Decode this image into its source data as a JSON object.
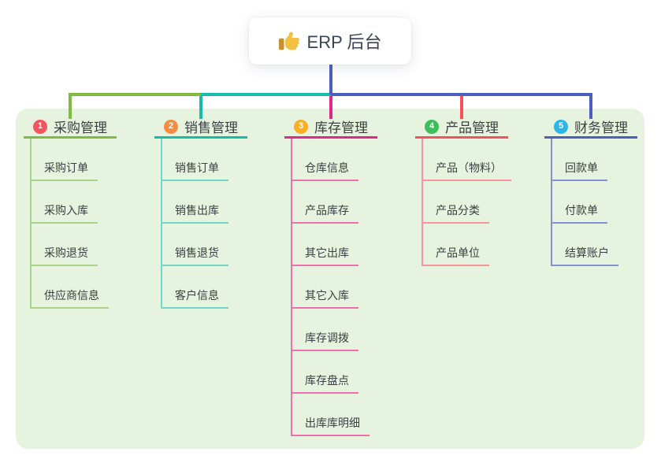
{
  "root": {
    "icon": "thumbs-up-icon",
    "label": "ERP 后台"
  },
  "branches": [
    {
      "index": "1",
      "label": "采购管理",
      "badge_color": "#F4545D",
      "line_color": "#7FBA41",
      "child_line_color": "#A9D488",
      "children": [
        "采购订单",
        "采购入库",
        "采购退货",
        "供应商信息"
      ]
    },
    {
      "index": "2",
      "label": "销售管理",
      "badge_color": "#F78B42",
      "line_color": "#13BDA9",
      "child_line_color": "#72D5C7",
      "children": [
        "销售订单",
        "销售出库",
        "销售退货",
        "客户信息"
      ]
    },
    {
      "index": "3",
      "label": "库存管理",
      "badge_color": "#F8AF25",
      "line_color": "#E0278F",
      "child_line_color": "#EE6FAE",
      "children": [
        "仓库信息",
        "产品库存",
        "其它出库",
        "其它入库",
        "库存调拨",
        "库存盘点",
        "出库库明细"
      ]
    },
    {
      "index": "4",
      "label": "产品管理",
      "badge_color": "#3EBD5C",
      "line_color": "#F4515C",
      "child_line_color": "#F7949E",
      "children": [
        "产品（物料）",
        "产品分类",
        "产品单位"
      ]
    },
    {
      "index": "5",
      "label": "财务管理",
      "badge_color": "#2CB5EA",
      "line_color": "#4A5FC1",
      "child_line_color": "#8491D5",
      "children": [
        "回款单",
        "付款单",
        "结算账户"
      ]
    }
  ],
  "colors": {
    "panel_bg": "#E6F3DF",
    "root_connector": "#4A5FC1",
    "text": "#3C4043",
    "icon_gold": "#F2C144"
  }
}
